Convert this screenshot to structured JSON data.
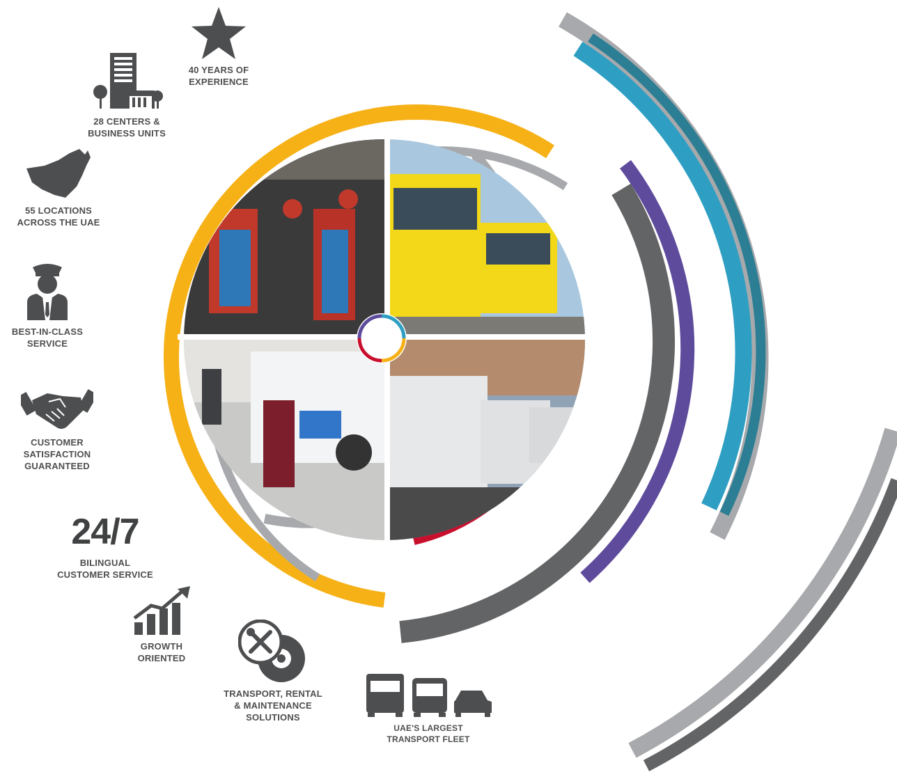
{
  "colors": {
    "yellow": "#f6b117",
    "grey_light": "#a7a9ac",
    "grey_dark": "#636466",
    "red": "#c8102e",
    "purple": "#5e4b9c",
    "teal": "#2e9fc3",
    "teal_dark": "#2b7e93",
    "icon": "#4d4e50"
  },
  "features": [
    {
      "id": "experience",
      "icon": "star-icon",
      "lines": [
        "40 YEARS OF",
        "EXPERIENCE"
      ]
    },
    {
      "id": "centers",
      "icon": "building-icon",
      "lines": [
        "28 CENTERS &",
        "BUSINESS UNITS"
      ]
    },
    {
      "id": "locations",
      "icon": "uae-map-icon",
      "lines": [
        "55 LOCATIONS",
        "ACROSS THE UAE"
      ]
    },
    {
      "id": "service",
      "icon": "chauffeur-icon",
      "lines": [
        "BEST-IN-CLASS",
        "SERVICE"
      ]
    },
    {
      "id": "satisfaction",
      "icon": "handshake-icon",
      "lines": [
        "CUSTOMER",
        "SATISFACTION",
        "GUARANTEED"
      ]
    },
    {
      "id": "support",
      "icon": "",
      "big": "24/7",
      "lines": [
        "BILINGUAL",
        "CUSTOMER SERVICE"
      ]
    },
    {
      "id": "growth",
      "icon": "growth-chart-icon",
      "lines": [
        "GROWTH",
        "ORIENTED"
      ]
    },
    {
      "id": "solutions",
      "icon": "tools-wheel-icon",
      "lines": [
        "TRANSPORT,  RENTAL",
        "& MAINTENANCE",
        "SOLUTIONS"
      ]
    },
    {
      "id": "fleet",
      "icon": "vehicles-icon",
      "lines": [
        "UAE'S LARGEST",
        "TRANSPORT FLEET"
      ]
    }
  ]
}
